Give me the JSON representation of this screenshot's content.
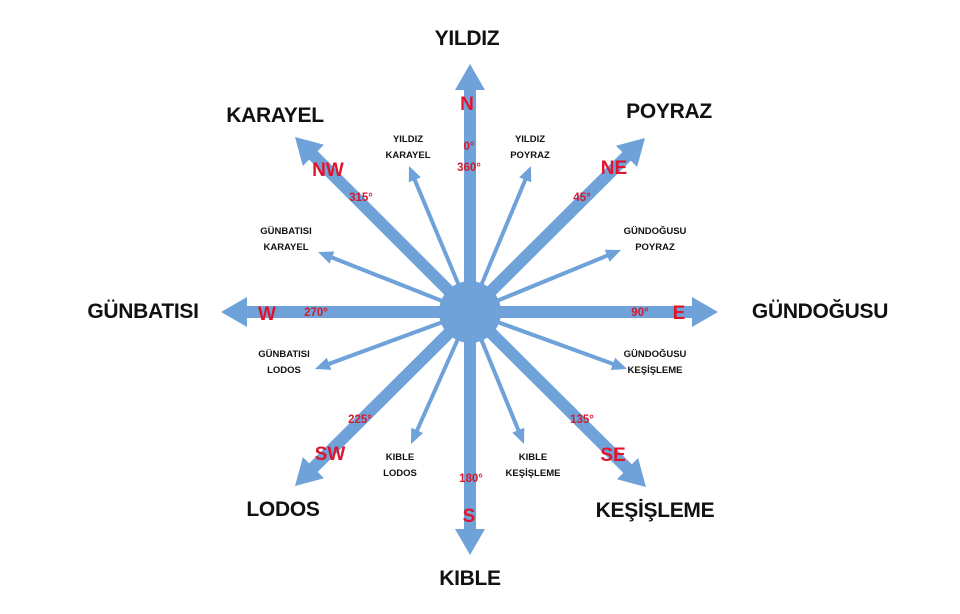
{
  "colors": {
    "arrow": "#6fa2d9",
    "abbreviation": "#e0142c",
    "degree": "#d41b2c",
    "name": "#111111"
  },
  "main_directions": [
    {
      "key": "north",
      "name": "YILDIZ",
      "abbr": "N",
      "deg1": "0°",
      "deg2": "360°"
    },
    {
      "key": "north-east",
      "name": "POYRAZ",
      "abbr": "NE",
      "deg1": "45°",
      "deg2": ""
    },
    {
      "key": "east",
      "name": "GÜNDOĞUSU",
      "abbr": "E",
      "deg1": "90°",
      "deg2": ""
    },
    {
      "key": "south-east",
      "name": "KEŞİŞLEME",
      "abbr": "SE",
      "deg1": "135°",
      "deg2": ""
    },
    {
      "key": "south",
      "name": "KIBLE",
      "abbr": "S",
      "deg1": "180°",
      "deg2": ""
    },
    {
      "key": "south-west",
      "name": "LODOS",
      "abbr": "SW",
      "deg1": "225°",
      "deg2": ""
    },
    {
      "key": "west",
      "name": "GÜNBATISI",
      "abbr": "W",
      "deg1": "270°",
      "deg2": ""
    },
    {
      "key": "north-west",
      "name": "KARAYEL",
      "abbr": "NW",
      "deg1": "315°",
      "deg2": ""
    }
  ],
  "intermediate_directions": [
    {
      "key": "yildiz-poyraz",
      "line1": "YILDIZ",
      "line2": "POYRAZ"
    },
    {
      "key": "gundogusu-poyraz",
      "line1": "GÜNDOĞUSU",
      "line2": "POYRAZ"
    },
    {
      "key": "gundogusu-kesisleme",
      "line1": "GÜNDOĞUSU",
      "line2": "KEŞİŞLEME"
    },
    {
      "key": "kible-kesisleme",
      "line1": "KIBLE",
      "line2": "KEŞİŞLEME"
    },
    {
      "key": "kible-lodos",
      "line1": "KIBLE",
      "line2": "LODOS"
    },
    {
      "key": "gunbatisi-lodos",
      "line1": "GÜNBATISI",
      "line2": "LODOS"
    },
    {
      "key": "gunbatisi-karayel",
      "line1": "GÜNBATISI",
      "line2": "KARAYEL"
    },
    {
      "key": "yildiz-karayel",
      "line1": "YILDIZ",
      "line2": "KARAYEL"
    }
  ]
}
